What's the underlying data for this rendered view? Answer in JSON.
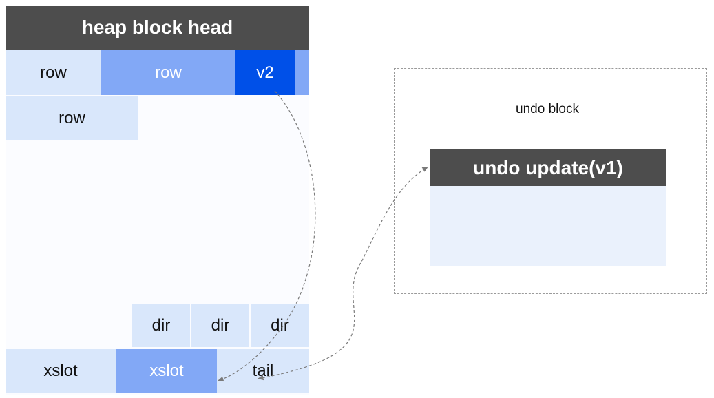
{
  "heap_block": {
    "head_label": "heap block head",
    "row_line1": {
      "row_a": "row",
      "row_b": "row",
      "v2": "v2"
    },
    "row_line2": {
      "row_c": "row"
    },
    "dir_row": [
      "dir",
      "dir",
      "dir"
    ],
    "bottom_row": {
      "xslot_a": "xslot",
      "xslot_b": "xslot",
      "tail": "tail"
    }
  },
  "undo_block": {
    "label": "undo block",
    "undo_update_label": "undo update(v1)"
  },
  "colors": {
    "header": "#4d4d4d",
    "light_cell": "#d9e7fb",
    "medium_cell": "#82a8f6",
    "dark_cell": "#0050e8",
    "undo_body": "#eaf1fc"
  }
}
